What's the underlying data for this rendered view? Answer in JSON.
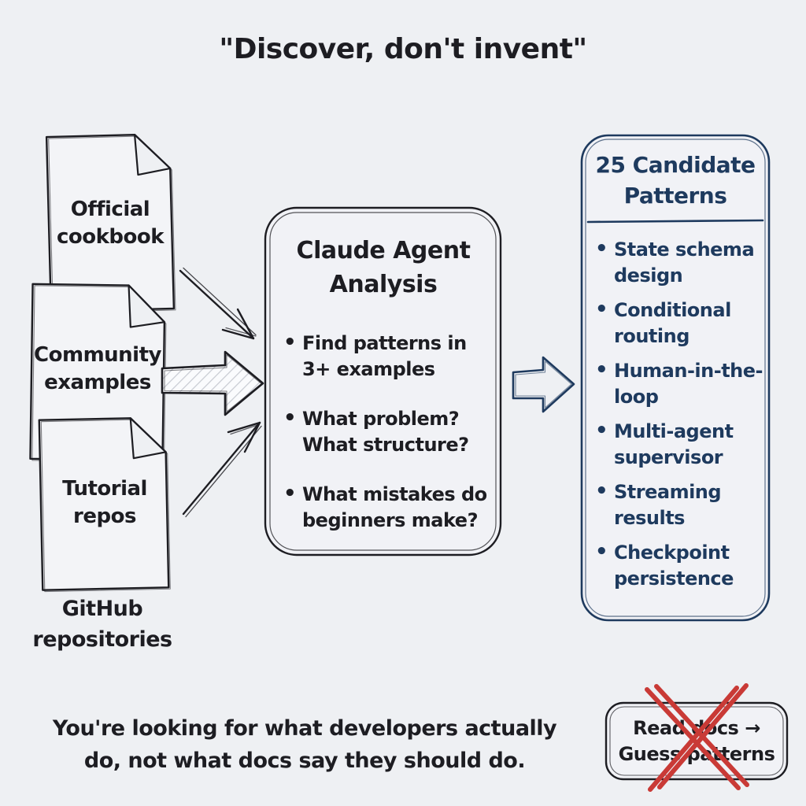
{
  "title": "\"Discover, don't invent\"",
  "colors": {
    "background": "#eef0f3",
    "ink": "#1d1d22",
    "navy": "#1e3a5e",
    "red": "#c93a36",
    "paper": "#f3f4f7"
  },
  "sources": {
    "documents": [
      {
        "label": "Official\ncookbook"
      },
      {
        "label": "Community\nexamples"
      },
      {
        "label": "Tutorial\nrepos"
      }
    ],
    "caption": "GitHub\nrepositories"
  },
  "analysis_box": {
    "title": "Claude Agent\nAnalysis",
    "bullets": [
      "Find patterns in\n3+ examples",
      "What problem?\nWhat structure?",
      "What mistakes do\nbeginners make?"
    ]
  },
  "patterns_box": {
    "title": "25 Candidate\nPatterns",
    "bullets": [
      "State schema\ndesign",
      "Conditional\nrouting",
      "Human-in-the-\nloop",
      "Multi-agent\nsupervisor",
      "Streaming\nresults",
      "Checkpoint\npersistence"
    ]
  },
  "footer": {
    "note": "You're looking for what developers actually\ndo, not what docs say they should do.",
    "anti_pattern": "Read docs →\nGuess patterns"
  }
}
